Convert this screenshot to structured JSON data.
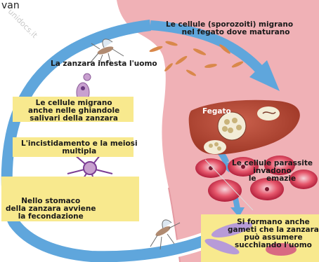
{
  "header_fragment": "van",
  "watermark": "unidocs.it",
  "labels": {
    "sporozoiti": [
      "Le cellule (sporozoiti) migrano",
      "nel fegato dove maturano"
    ],
    "infesta": "La zanzara infesta l'uomo",
    "ghiandole": [
      "Le cellule migrano",
      "anche nelle ghiandole",
      "salivari della zanzara"
    ],
    "fegato": "Fegato",
    "meiosi": [
      "L'incistidamento e la meiosi",
      "multipla"
    ],
    "parassite": [
      "Le cellule parassite",
      "invadono",
      "le    emazie"
    ],
    "stomaco": [
      "Nello stomaco",
      "della zanzara avviene",
      "la fecondazione"
    ],
    "gameti": [
      "Si formano anche",
      "gameti che la zanzara",
      "può assumere",
      "succhiando l'uomo"
    ]
  },
  "colors": {
    "body": "#f0b1b6",
    "liver": "#b64a3a",
    "cycle_arrow": "#5fa6dc",
    "label_box": "#f8e98e",
    "cell_red": "#d8344e"
  }
}
